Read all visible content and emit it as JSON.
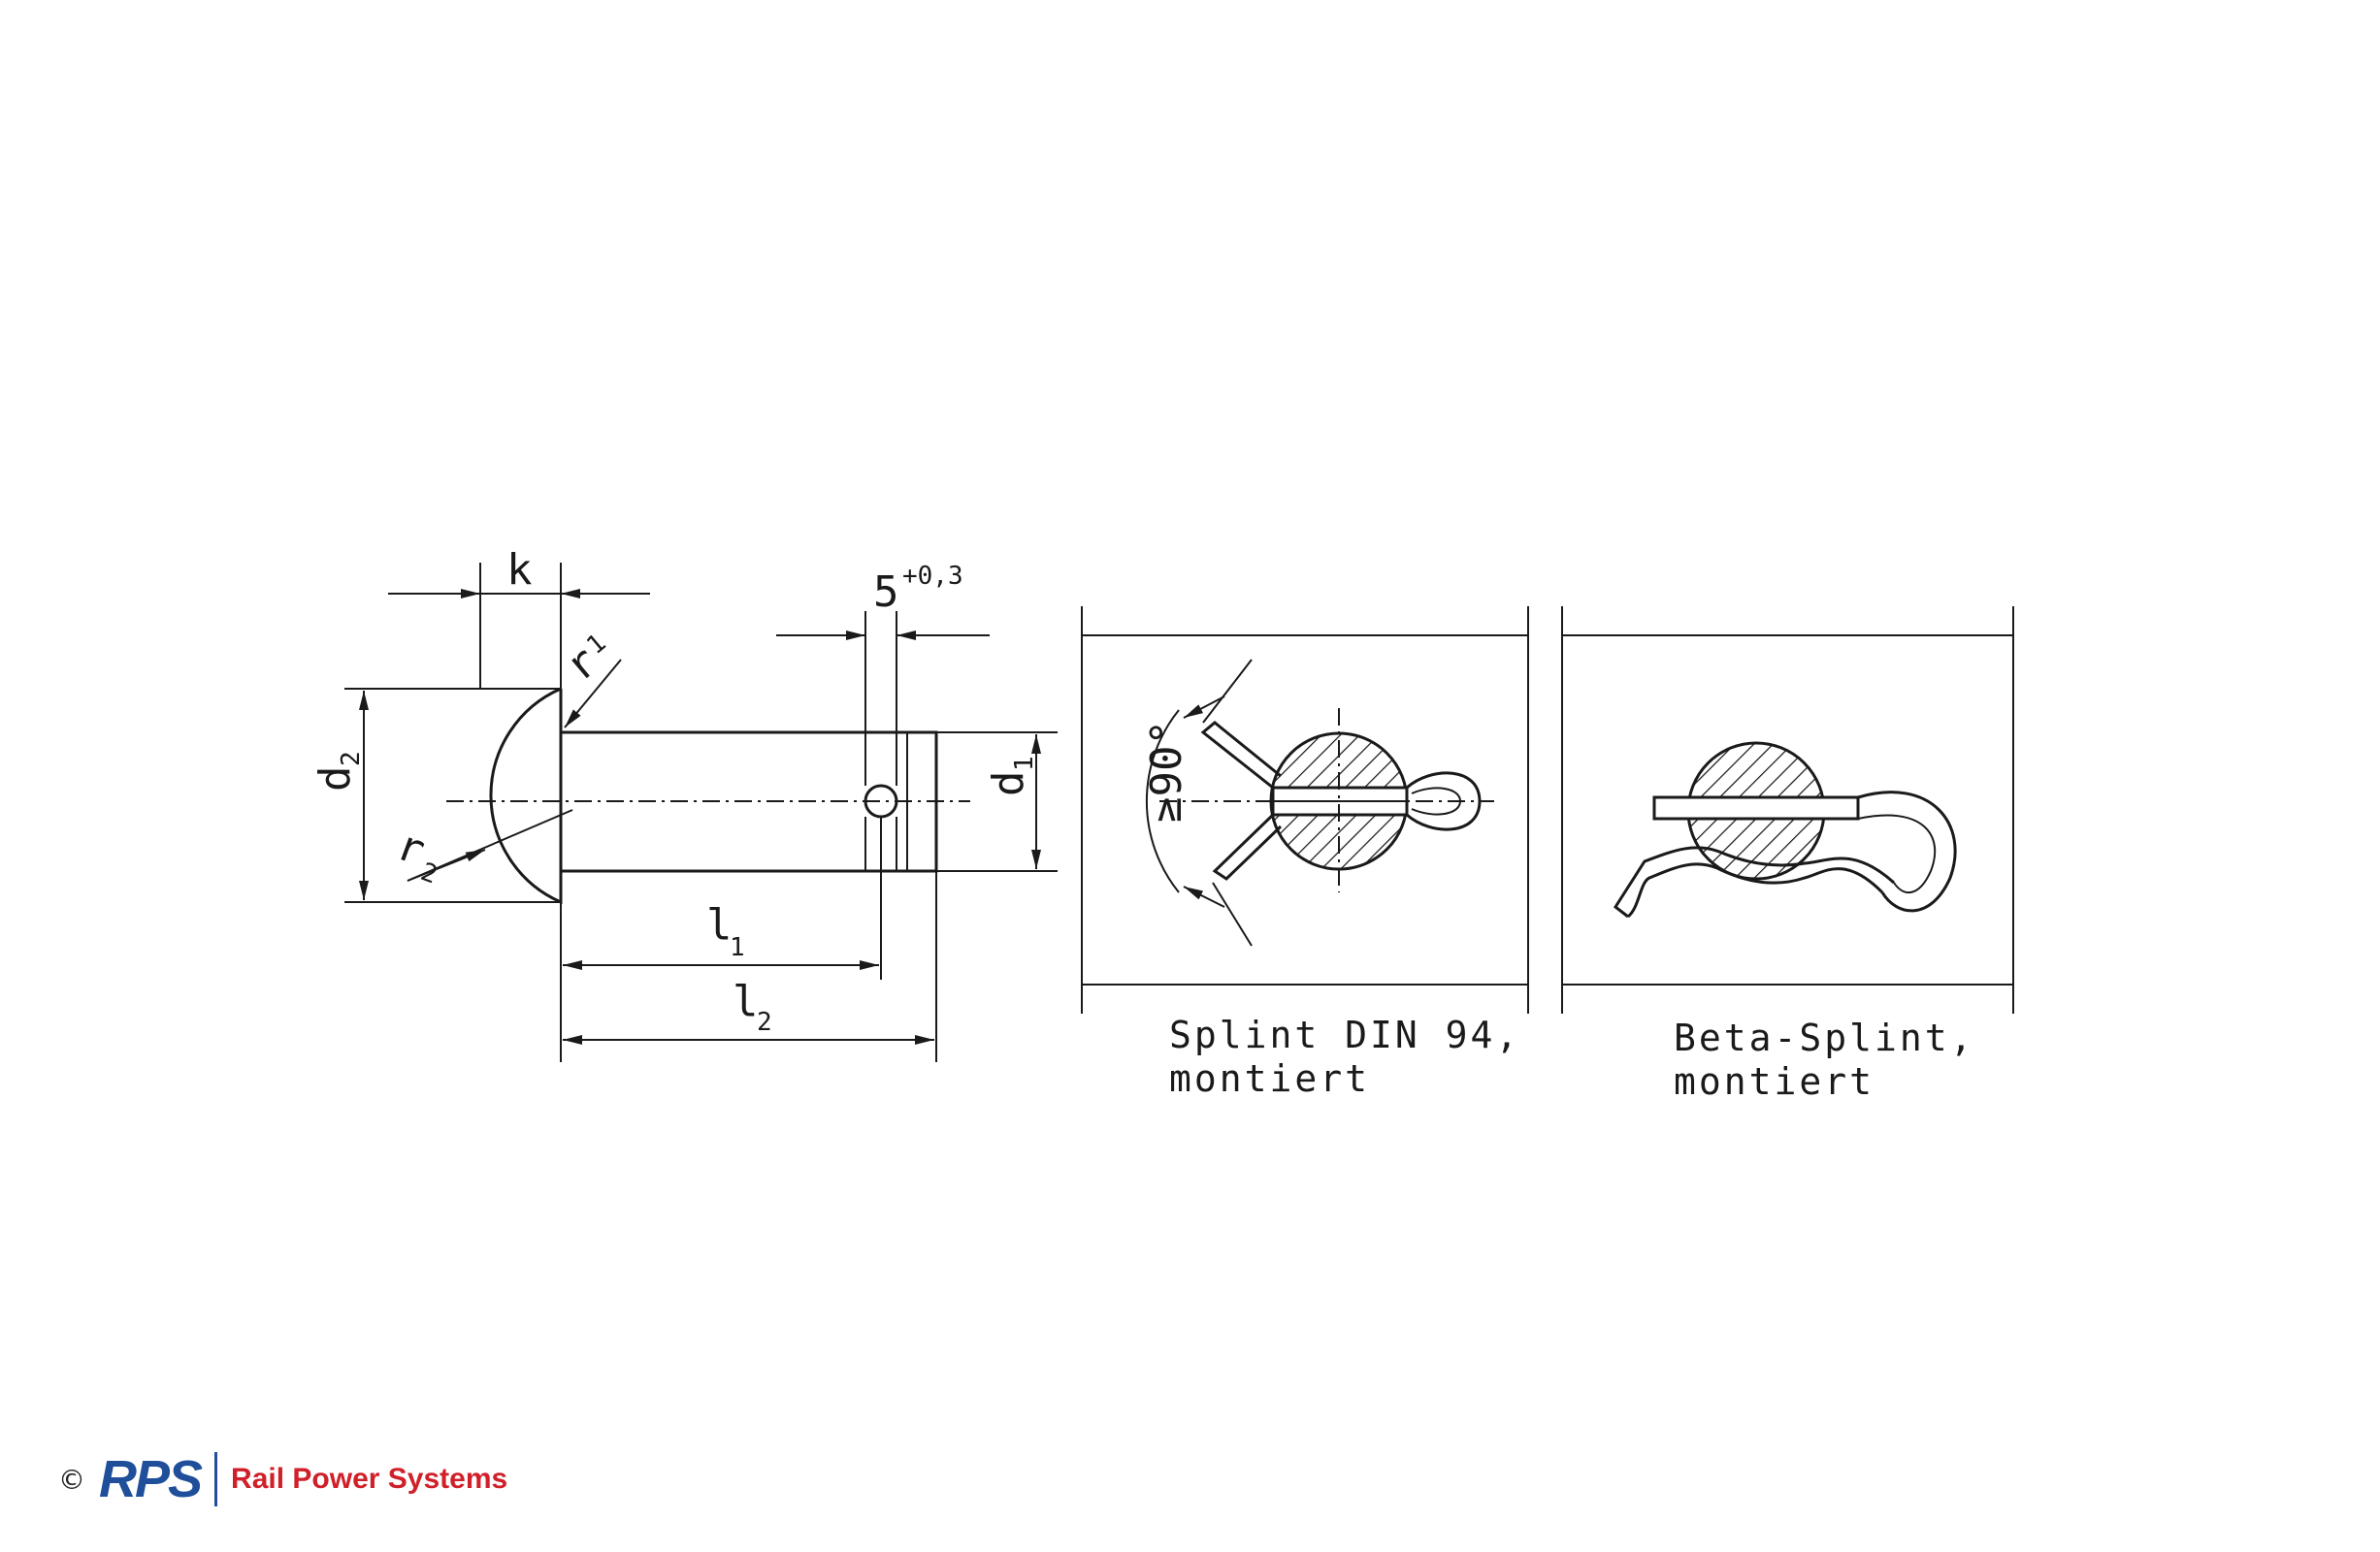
{
  "labels": {
    "k": "k",
    "r1_main": "r",
    "r1_sub": "1",
    "r2_main": "r",
    "r2_sub": "2",
    "d2_main": "d",
    "d2_sub": "2",
    "d1_main": "d",
    "d1_sub": "1",
    "l1_main": "l",
    "l1_sub": "1",
    "l2_main": "l",
    "l2_sub": "2",
    "hole_main": "5",
    "hole_tol": "+0,3",
    "angle": "≥90°"
  },
  "captions": {
    "splint_line1": "Splint DIN 94,",
    "splint_line2": "montiert",
    "beta_line1": "Beta-Splint,",
    "beta_line2": "montiert"
  },
  "footer": {
    "copyright": "©",
    "logo_text": "RPS",
    "company": "Rail Power Systems"
  },
  "colors": {
    "logo_blue": "#1f4e9a",
    "logo_red": "#d0202a"
  }
}
